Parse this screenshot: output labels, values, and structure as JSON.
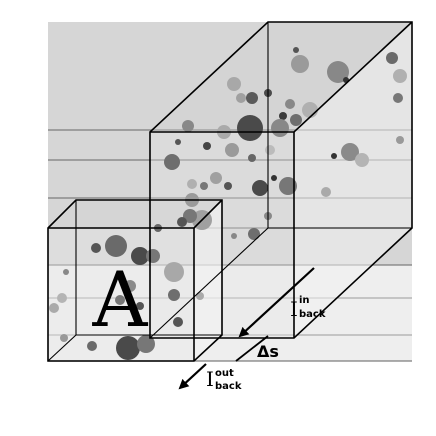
{
  "labels": {
    "big_letter": "A",
    "i_in": "I",
    "i_in_sup": "in",
    "i_in_sub": "back",
    "delta_s": "Δs",
    "i_out": "I",
    "i_out_sup": "out",
    "i_out_sub": "back"
  },
  "colors": {
    "background_dark": "#d6d6d6",
    "background_light": "#eeeeee",
    "box_face": "#e2e2e2",
    "edge": "#000000",
    "band_line": "#7d7d7d"
  }
}
